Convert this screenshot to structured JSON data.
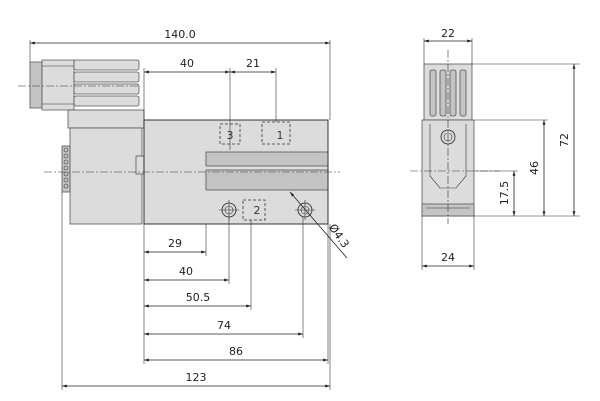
{
  "front_view": {
    "dims": {
      "overall_width": "140.0",
      "port3_to_port1": "40",
      "port1_width": "21",
      "pos_29": "29",
      "pos_40": "40",
      "pos_50_5": "50.5",
      "pos_74": "74",
      "pos_86": "86",
      "pos_123": "123",
      "hole_dia": "Ø4.3"
    },
    "ports": {
      "port_3": "3",
      "port_1": "1",
      "port_2": "2"
    }
  },
  "side_view": {
    "dims": {
      "top_width": "22",
      "bottom_width": "24",
      "height_72": "72",
      "height_46": "46",
      "height_17_5": "17.5"
    }
  }
}
